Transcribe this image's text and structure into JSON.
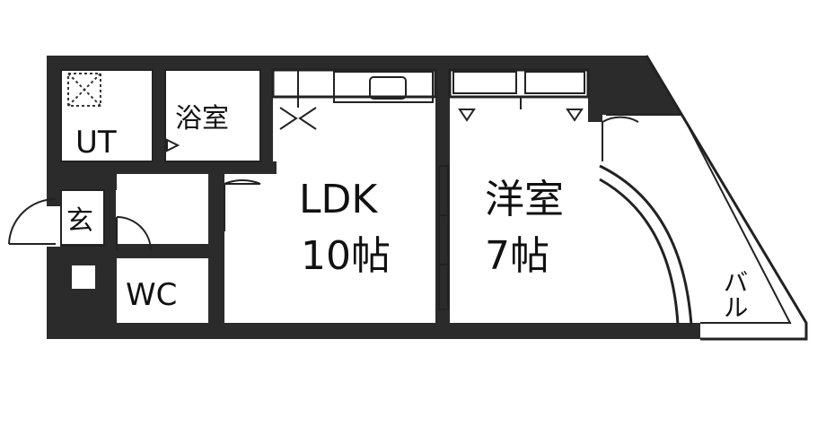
{
  "rooms": {
    "ldk_name": "LDK",
    "ldk_size": "10帖",
    "western_name": "洋室",
    "western_size": "7帖",
    "bath": "浴室",
    "utility": "UT",
    "entrance": "玄",
    "toilet": "WC",
    "balcony": "バル"
  }
}
